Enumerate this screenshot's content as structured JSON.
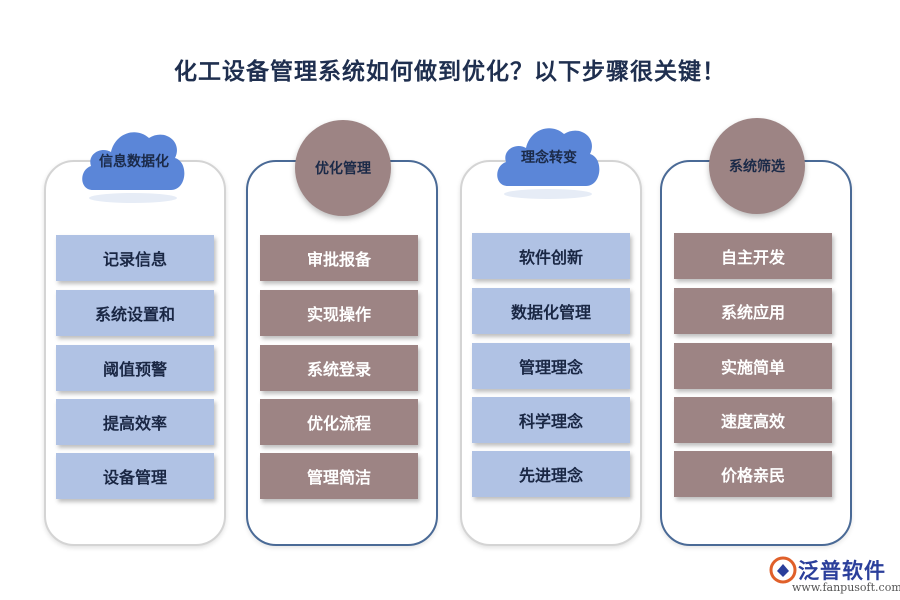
{
  "title": "化工设备管理系统如何做到优化？以下步骤很关键！",
  "columns": [
    {
      "header": "信息数据化",
      "header_shape": "cloud",
      "items": [
        "记录信息",
        "系统设置和",
        "阈值预警",
        "提高效率",
        "设备管理"
      ]
    },
    {
      "header": "优化管理",
      "header_shape": "circle",
      "items": [
        "审批报备",
        "实现操作",
        "系统登录",
        "优化流程",
        "管理简洁"
      ]
    },
    {
      "header": "理念转变",
      "header_shape": "cloud",
      "items": [
        "软件创新",
        "数据化管理",
        "管理理念",
        "科学理念",
        "先进理念"
      ]
    },
    {
      "header": "系统筛选",
      "header_shape": "circle",
      "items": [
        "自主开发",
        "系统应用",
        "实施简单",
        "速度高效",
        "价格亲民"
      ]
    }
  ],
  "logo": {
    "brand": "泛普软件",
    "url": "www.fanpusoft.com",
    "icon": "fanpu-logo-icon"
  },
  "colors": {
    "light_box": "#b0c2e4",
    "dark_box": "#9d8484",
    "cloud": "#5b86d8",
    "title": "#1f2f4f"
  }
}
